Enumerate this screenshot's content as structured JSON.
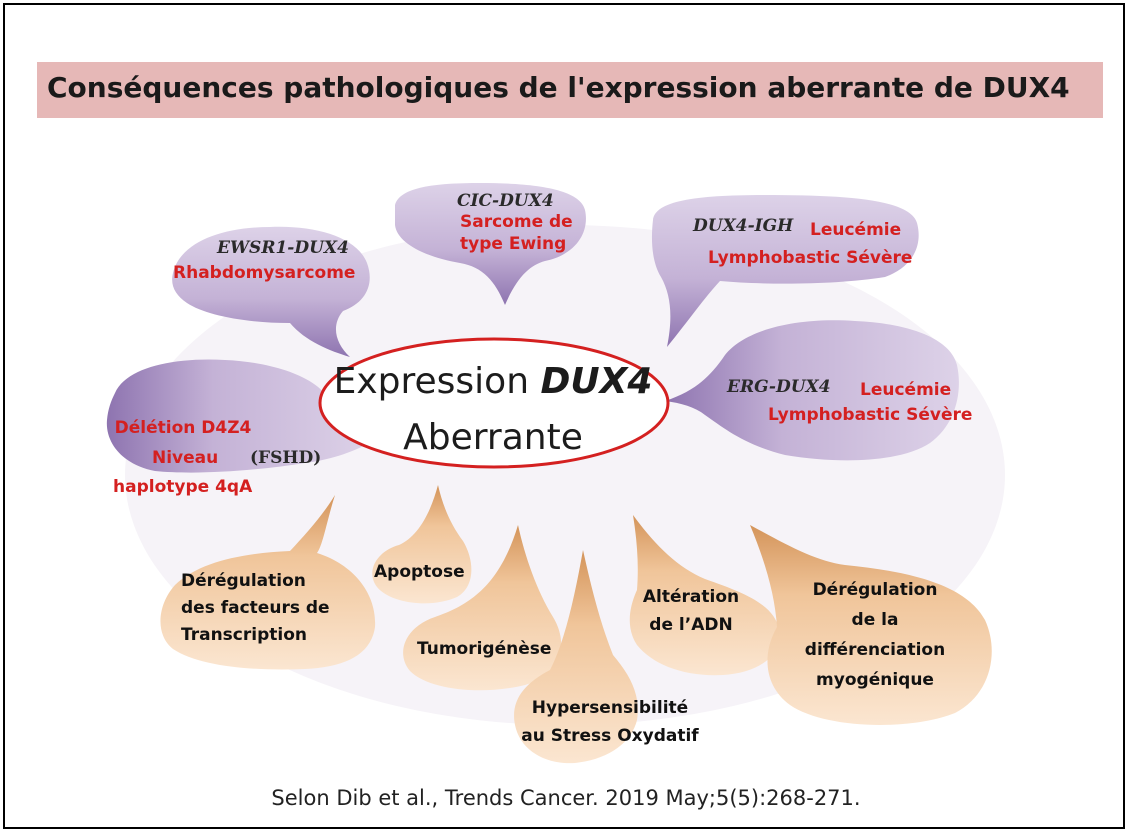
{
  "title": "Conséquences pathologiques de l'expression aberrante de DUX4",
  "center": {
    "line1": "Expression",
    "line1_gene": "DUX4",
    "line2": "Aberrante"
  },
  "upper_nodes": [
    {
      "fusion": "EWSR1-DUX4",
      "lines": [
        "Rhabdomysarcome"
      ]
    },
    {
      "fusion": "CIC-DUX4",
      "lines": [
        "Sarcome de",
        "type Ewing"
      ]
    },
    {
      "fusion": "DUX4-IGH",
      "lines": [
        "Leucémie",
        "Lymphobastic Sévère"
      ]
    },
    {
      "fusion": "ERG-DUX4",
      "lines": [
        "Leucémie",
        "Lymphobastic Sévère"
      ]
    },
    {
      "tag": "(FSHD)",
      "lines": [
        "Délétion D4Z4",
        "Niveau",
        "haplotype  4qA"
      ]
    }
  ],
  "lower_nodes": [
    {
      "lines": [
        "Dérégulation",
        "des facteurs de",
        "Transcription"
      ]
    },
    {
      "lines": [
        "Apoptose"
      ]
    },
    {
      "lines": [
        "Tumorigénèse"
      ]
    },
    {
      "lines": [
        "Hypersensibilité",
        "au Stress Oxydatif"
      ]
    },
    {
      "lines": [
        "Altération",
        "de l’ADN"
      ]
    },
    {
      "lines": [
        "Dérégulation",
        "de la",
        "différenciation",
        "myogénique"
      ]
    }
  ],
  "citation": "Selon Dib et al., Trends Cancer. 2019 May;5(5):268-271.",
  "colors": {
    "title_bar": "#e6b8b7",
    "upper_bubble": "#c8b8d8",
    "lower_bubble": "#f0c59a",
    "center_ellipse": "#d42020",
    "red_text": "#d42020"
  }
}
